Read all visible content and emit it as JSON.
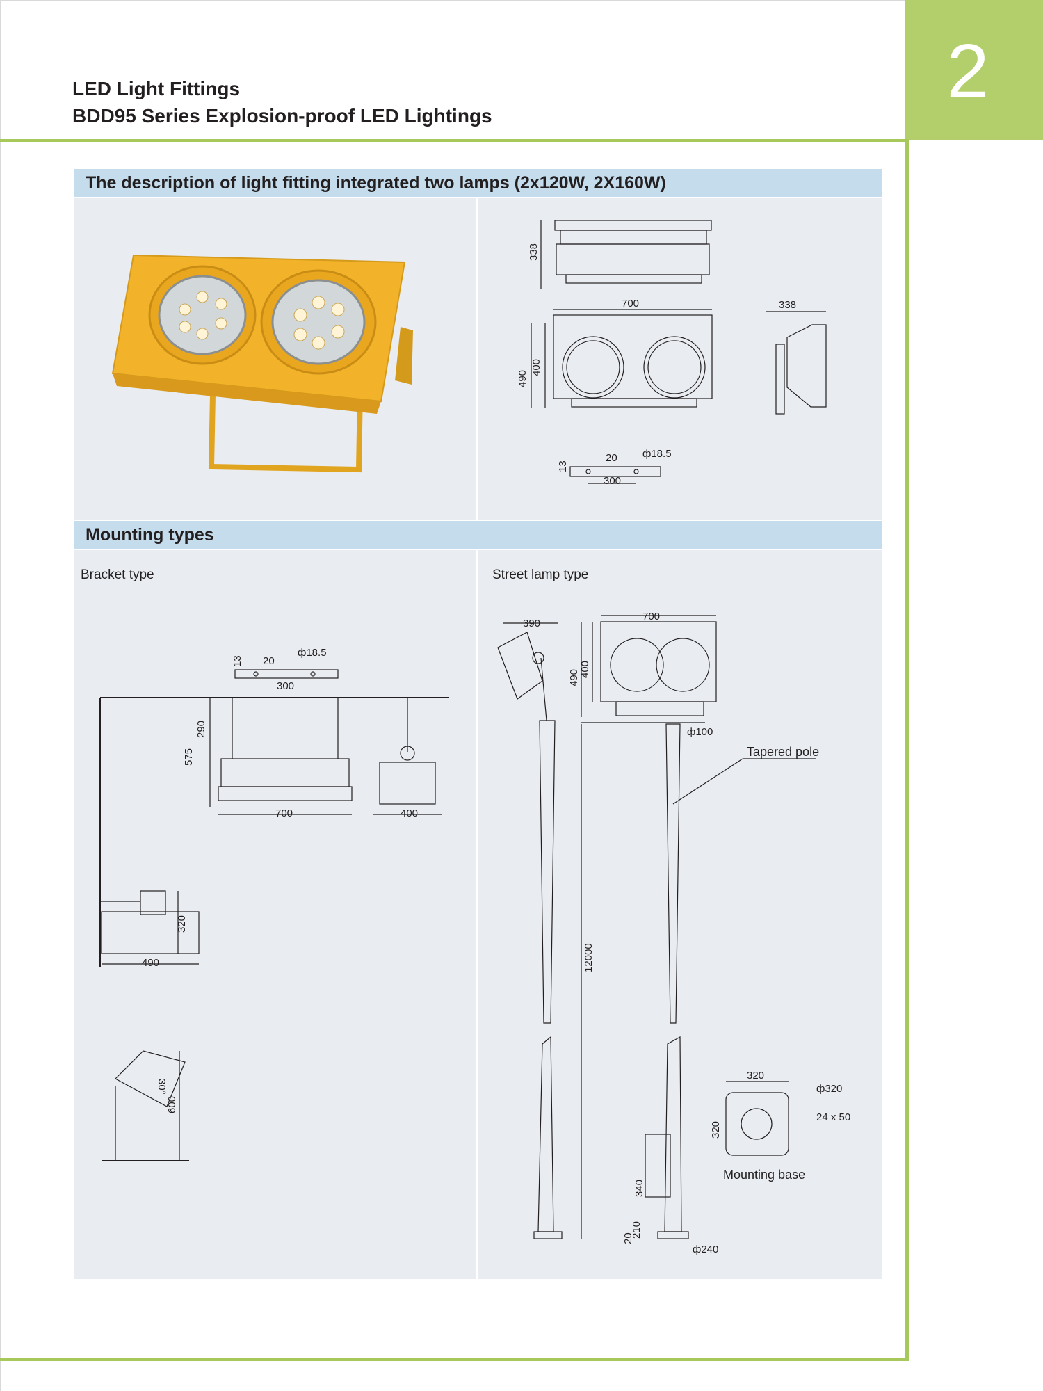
{
  "header": {
    "line1": "LED Light Fittings",
    "line2": "BDD95 Series Explosion-proof LED Lightings",
    "page_number": "2"
  },
  "section1": {
    "title": "The description of light fitting integrated two lamps (2x120W, 2X160W)"
  },
  "section2": {
    "title": "Mounting types",
    "bracket_label": "Bracket type",
    "street_label": "Street lamp type"
  },
  "drawing_labels": {
    "tapered_pole": "Tapered pole",
    "mounting_base": "Mounting base"
  },
  "colors": {
    "accent_green": "#a7c95b",
    "band_blue": "#c5dcec",
    "panel_grey": "#e9edf1",
    "housing_yellow": "#f2b32b"
  }
}
